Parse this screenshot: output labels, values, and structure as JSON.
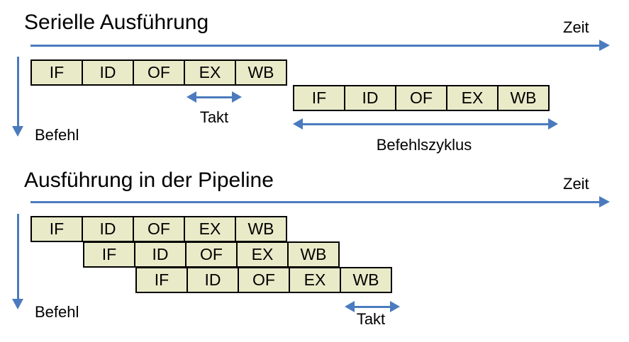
{
  "colors": {
    "accent_blue": "#4B7BBE",
    "box_fill": "#E9EAC8",
    "box_border": "#000000",
    "text": "#000000",
    "background": "#FFFFFF"
  },
  "serial": {
    "title": "Serielle Ausführung",
    "zeit_label": "Zeit",
    "befehl_label": "Befehl",
    "takt_label": "Takt",
    "befehlszyklus_label": "Befehlszyklus",
    "row1": [
      "IF",
      "ID",
      "OF",
      "EX",
      "WB"
    ],
    "row2": [
      "IF",
      "ID",
      "OF",
      "EX",
      "WB"
    ]
  },
  "pipeline": {
    "title": "Ausführung in der Pipeline",
    "zeit_label": "Zeit",
    "befehl_label": "Befehl",
    "takt_label": "Takt",
    "row1": [
      "IF",
      "ID",
      "OF",
      "EX",
      "WB"
    ],
    "row2": [
      "IF",
      "ID",
      "OF",
      "EX",
      "WB"
    ],
    "row3": [
      "IF",
      "ID",
      "OF",
      "EX",
      "WB"
    ]
  }
}
